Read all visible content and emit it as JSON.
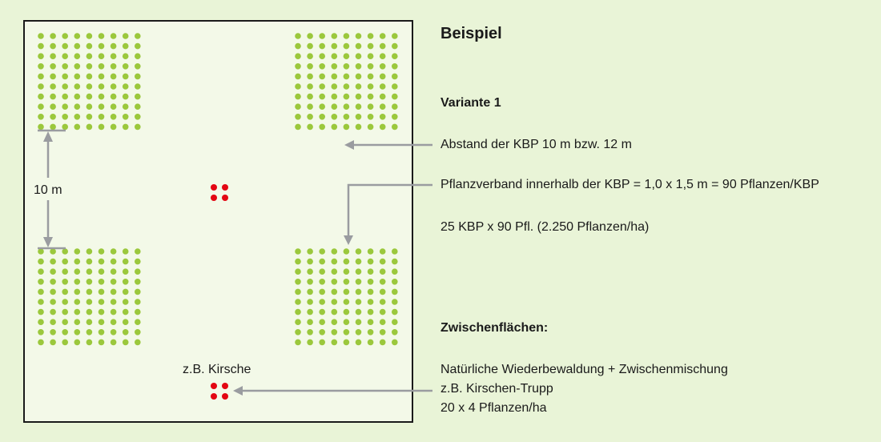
{
  "diagram": {
    "title": "Beispiel",
    "variant": "Variante 1",
    "dimension_label": "10 m",
    "cherry_label": "z.B. Kirsche",
    "annotations": {
      "distance": "Abstand der KBP 10 m bzw. 12 m",
      "spacing": "Pflanzverband innerhalb der KBP = 1,0 x 1,5 m = 90 Pflanzen/KBP",
      "total": "25 KBP x 90 Pfl. (2.250 Pflanzen/ha)"
    },
    "intermediate": {
      "heading": "Zwischenflächen:",
      "line1": "Natürliche Wiederbewaldung + Zwischenmischung",
      "line2": "z.B. Kirschen-Trupp",
      "line3": "20 x 4 Pflanzen/ha"
    },
    "plot_grid": {
      "columns": 9,
      "rows": 10,
      "count": 4
    },
    "colors": {
      "plant": "#9bc83c",
      "cherry": "#e30613",
      "arrow": "#9a9ca0",
      "frame": "#1a1a1a",
      "plot_bg": "#f3f9e8",
      "page_bg": "#e9f4d7"
    }
  }
}
